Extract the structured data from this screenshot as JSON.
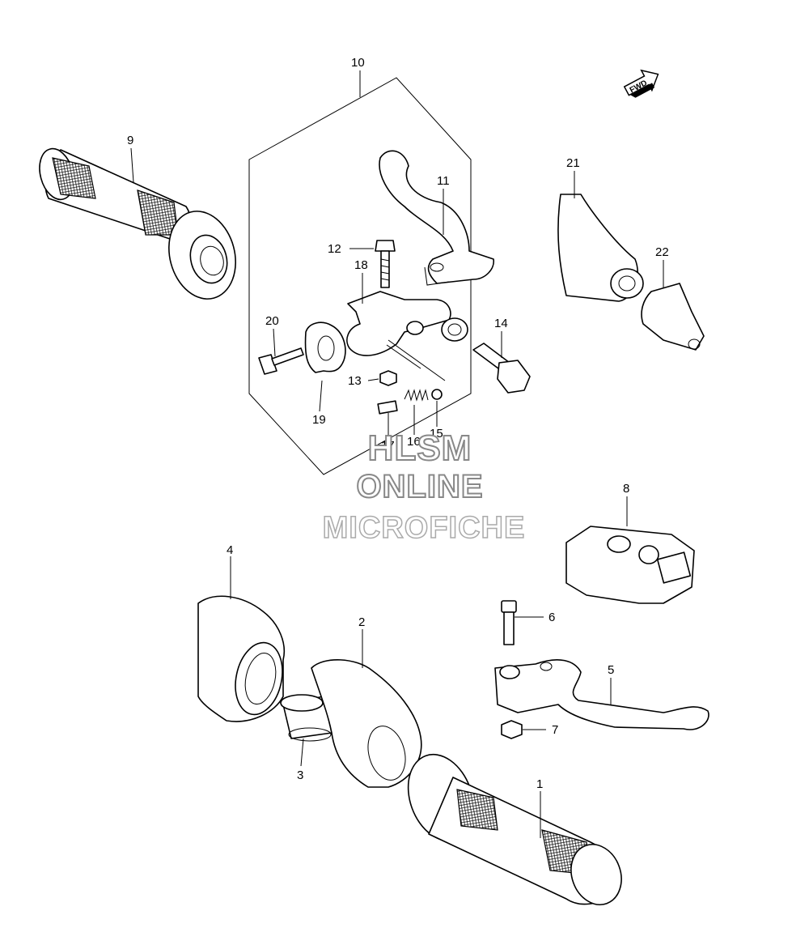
{
  "callouts": {
    "c1": "1",
    "c2": "2",
    "c3": "3",
    "c4": "4",
    "c5": "5",
    "c6": "6",
    "c7": "7",
    "c8": "8",
    "c9": "9",
    "c10": "10",
    "c11": "11",
    "c12": "12",
    "c13": "13",
    "c14": "14",
    "c15": "15",
    "c16": "16",
    "c17": "17",
    "c18": "18",
    "c19": "19",
    "c20": "20",
    "c21": "21",
    "c22": "22"
  },
  "fwd_label": "FWD",
  "watermark": {
    "line1": "HLSM",
    "line2": "ONLINE",
    "line3": "MICROFICHE"
  },
  "colors": {
    "line": "#000000",
    "background": "#ffffff",
    "watermark_fill": "#ffffff",
    "watermark_stroke": "#888888"
  }
}
